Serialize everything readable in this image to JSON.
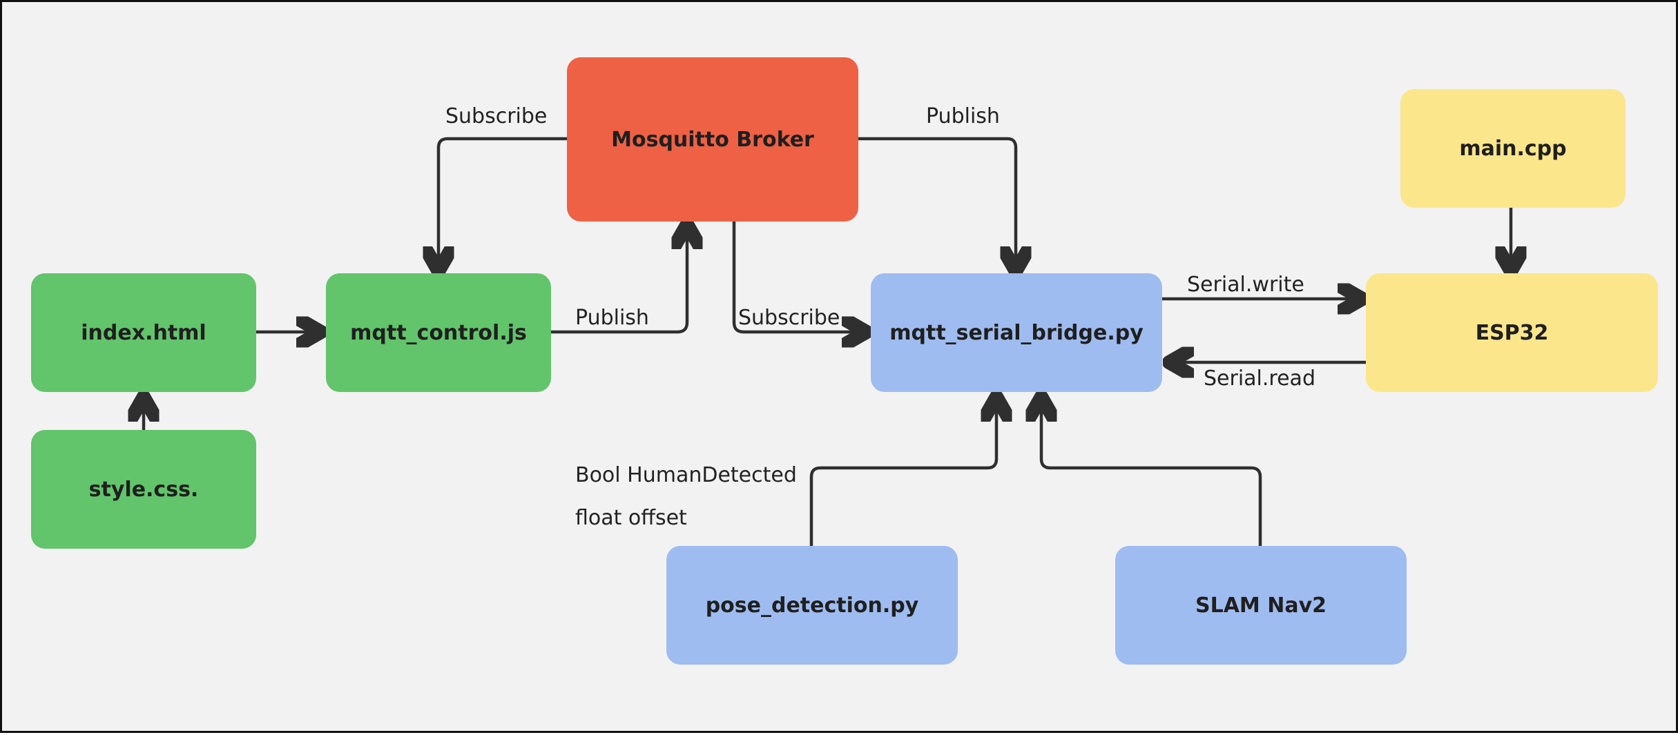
{
  "colors": {
    "broker": "#ee6145",
    "web": "#62c46b",
    "python": "#9fbcf0",
    "esp": "#fbe68c",
    "edge": "#2f2f2f",
    "background": "#f2f2f2"
  },
  "nodes": {
    "mosquitto_broker": "Mosquitto Broker",
    "index_html": "index.html",
    "style_css": "style.css.",
    "mqtt_control_js": "mqtt_control.js",
    "mqtt_serial_bridge": "mqtt_serial_bridge.py",
    "main_cpp": "main.cpp",
    "esp32": "ESP32",
    "pose_detection": "pose_detection.py",
    "slam_nav2": "SLAM Nav2"
  },
  "edge_labels": {
    "subscribe_left": "Subscribe",
    "publish_right": "Publish",
    "publish_js": "Publish",
    "subscribe_bridge": "Subscribe",
    "serial_write": "Serial.write",
    "serial_read": "Serial.read",
    "pose_line1": "Bool HumanDetected",
    "pose_line2": "float offset"
  }
}
